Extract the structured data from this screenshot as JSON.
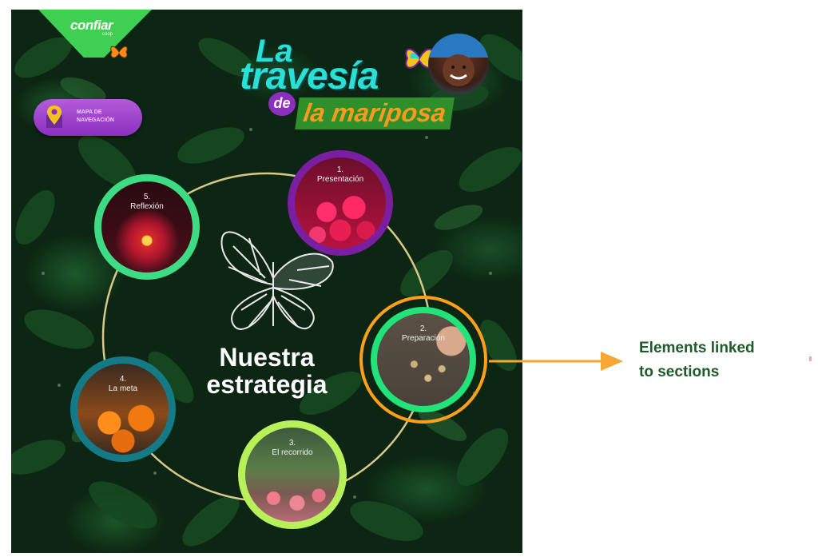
{
  "logo": {
    "name": "confiar",
    "sub": "coop"
  },
  "nav_button": {
    "label": "Mapa de navegación",
    "icon": "map-pin-icon"
  },
  "title": {
    "line1": "La",
    "line2": "travesía",
    "de": "de",
    "line3": "la mariposa"
  },
  "center": {
    "title_line1": "Nuestra",
    "title_line2": "estrategia",
    "icon": "butterfly-icon"
  },
  "sections": [
    {
      "number": "1.",
      "label": "Presentación",
      "ring_color": "#7b1fa2"
    },
    {
      "number": "2.",
      "label": "Preparación",
      "ring_color": "#22e37a"
    },
    {
      "number": "3.",
      "label": "El recorrido",
      "ring_color": "#b8f05a"
    },
    {
      "number": "4.",
      "label": "La meta",
      "ring_color": "#137a86"
    },
    {
      "number": "5.",
      "label": "Reflexión",
      "ring_color": "#3ddc84"
    }
  ],
  "annotation": {
    "line1": "Elements linked",
    "line2": "to sections",
    "color": "#1e5a2a"
  },
  "colors": {
    "arrow": "#f7a733",
    "highlight_ring": "#ff9f1a",
    "panel_background": "#0c2613",
    "brand_green": "#3fcf52"
  }
}
